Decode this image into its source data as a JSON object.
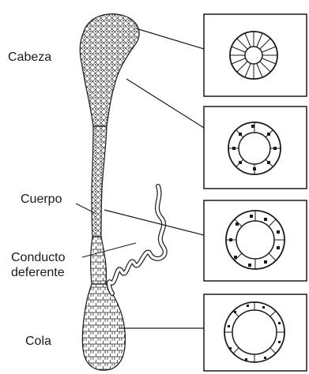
{
  "labels": {
    "head": "Cabeza",
    "body": "Cuerpo",
    "duct_line1": "Conducto",
    "duct_line2": "deferente",
    "tail": "Cola"
  },
  "colors": {
    "ink": "#1a1a1a",
    "background": "#ffffff"
  }
}
